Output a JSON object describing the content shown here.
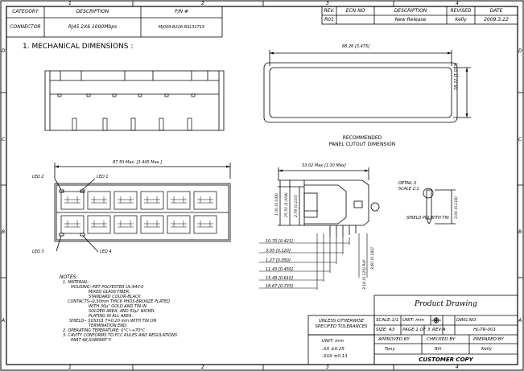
{
  "border": {
    "top": [
      "1",
      "2",
      "3",
      "4"
    ],
    "side": [
      "D",
      "C",
      "B",
      "A"
    ]
  },
  "header_left": {
    "col_labels": [
      "CATEGORY",
      "DESCRIPTION",
      "P/N #"
    ],
    "values": [
      "CONNECTOR",
      "RJ45  2X6  1000Mbps",
      "MJ009-B226-RSL31T15"
    ]
  },
  "revision": {
    "headers": [
      "REV.",
      "ECN NO",
      "DESCRIPTION",
      "REVISED",
      "DATE"
    ],
    "row": [
      "R01",
      "",
      "New Release",
      "Kelly",
      "2009.3.22"
    ]
  },
  "section_title": "1. MECHANICAL DIMENSIONS :",
  "cutout": {
    "width": "88.26 [3.475]",
    "height": "28.22 [1.033]",
    "caption": [
      "RECOMMENDED",
      "PANEL CUTOUT DIMENSION"
    ]
  },
  "front": {
    "width": "87.50 Max. [3.445 Max.]",
    "leds": [
      "LED 2",
      "LED 1",
      "LED 3",
      "LED 4"
    ]
  },
  "side": {
    "top_width": "33.02 Max [1.30 Max]",
    "v_dims": [
      "1.00 [0.039]",
      "25.50 [1.004]",
      "2.79 [0.110]"
    ],
    "h_dims": [
      "10.70 [0.421]",
      "3.05 [0.120]",
      "1.27 [0.050]",
      "11.43 [0.450]",
      "15.49 [0.610]",
      "18.67 [0.735]"
    ],
    "right_dims": [
      "3.18 [0.125] Ref.",
      "3.60 [0.142]"
    ]
  },
  "detail": {
    "title": "DETAIL X",
    "scale": "SCALE 2:1",
    "note": "SHIELD PIN WITH TIN",
    "dim": "3.00 [0.118]"
  },
  "notes": [
    "NOTES:",
    "1. MATERIAL:",
    "HOUSING--PBT POLYESTER UL-94V-0",
    "MIXED GLASS FIBER.",
    "STANDARD COLOR-BLACK",
    "CONTACTS--0.30mm THICK PHOS-BRONZE PLATED",
    "WITH 30μ\" GOLD AND TIN IN",
    "SOLDER AREA, AND 50μ\" NICKEL",
    "PLATING IN ALL AREA.",
    "SHIELD-- SUS301 T=0.20 mm WITH TIN ON",
    "TERMINATION END.",
    "2. OPERATING TEPERATURE: 0°C~+70°C",
    "3. CAVITY CONFORMS TO FCC RULES AND REGULATIONS",
    "PART 68,SUBPART F."
  ],
  "title_block": {
    "tol_title": [
      "UNLESS OTHERWISE",
      "SPECIFED TOLERANCES"
    ],
    "unit": "UNIT:  mm",
    "tol1": ".XX   ±0.25",
    "tol2": ".XXX  ±0.13",
    "product": "Product Drawing",
    "scale": "SCALE:1/1",
    "unit2": "UNIT: mm",
    "dwg_label": "DWG.NO:",
    "dwg_no": "HL-TR-001",
    "size": "SIZE: A3",
    "page": "PAGE:1 OF 3",
    "rev": "REV:A",
    "approved_by": "APPROVED BY",
    "checked_by": "CHECKED BY",
    "prepared_by": "PREPARED BY",
    "approver": "Tony",
    "checker": "Bill",
    "preparer": "Kelly",
    "customer": "CUSTOMER COPY"
  }
}
